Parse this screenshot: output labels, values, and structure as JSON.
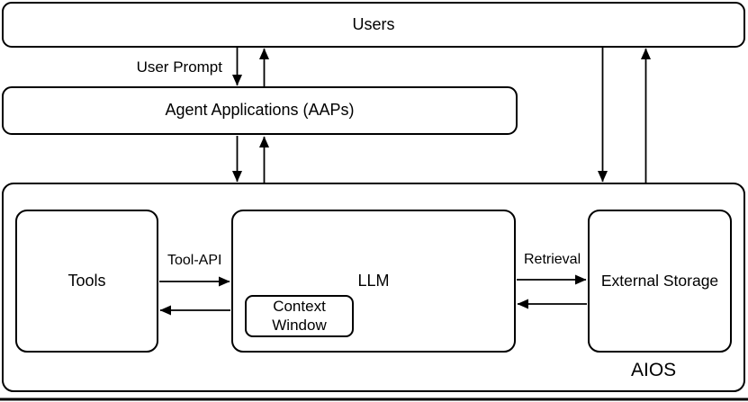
{
  "diagram": {
    "title_note": "AIOS architecture diagram",
    "boxes": {
      "users": {
        "label": "Users"
      },
      "agent_applications": {
        "label": "Agent Applications (AAPs)"
      },
      "aios": {
        "label": "AIOS"
      },
      "tools": {
        "label": "Tools"
      },
      "llm": {
        "label": "LLM"
      },
      "context_window": {
        "label": "Context Window"
      },
      "external_storage": {
        "label": "External Storage"
      }
    },
    "edge_labels": {
      "user_prompt": "User Prompt",
      "tool_api": "Tool-API",
      "retrieval": "Retrieval"
    },
    "arrows": [
      {
        "name": "users-to-aaps",
        "direction": "down"
      },
      {
        "name": "aaps-to-users",
        "direction": "up"
      },
      {
        "name": "aaps-to-aios",
        "direction": "down"
      },
      {
        "name": "aios-to-aaps",
        "direction": "up"
      },
      {
        "name": "users-to-aios",
        "direction": "down"
      },
      {
        "name": "aios-to-users",
        "direction": "up"
      },
      {
        "name": "tools-to-llm",
        "direction": "right"
      },
      {
        "name": "llm-to-tools",
        "direction": "left"
      },
      {
        "name": "llm-to-external-storage",
        "direction": "right"
      },
      {
        "name": "external-storage-to-llm",
        "direction": "left"
      }
    ],
    "colors": {
      "stroke": "#000000",
      "background": "#ffffff",
      "text": "#000000"
    }
  }
}
